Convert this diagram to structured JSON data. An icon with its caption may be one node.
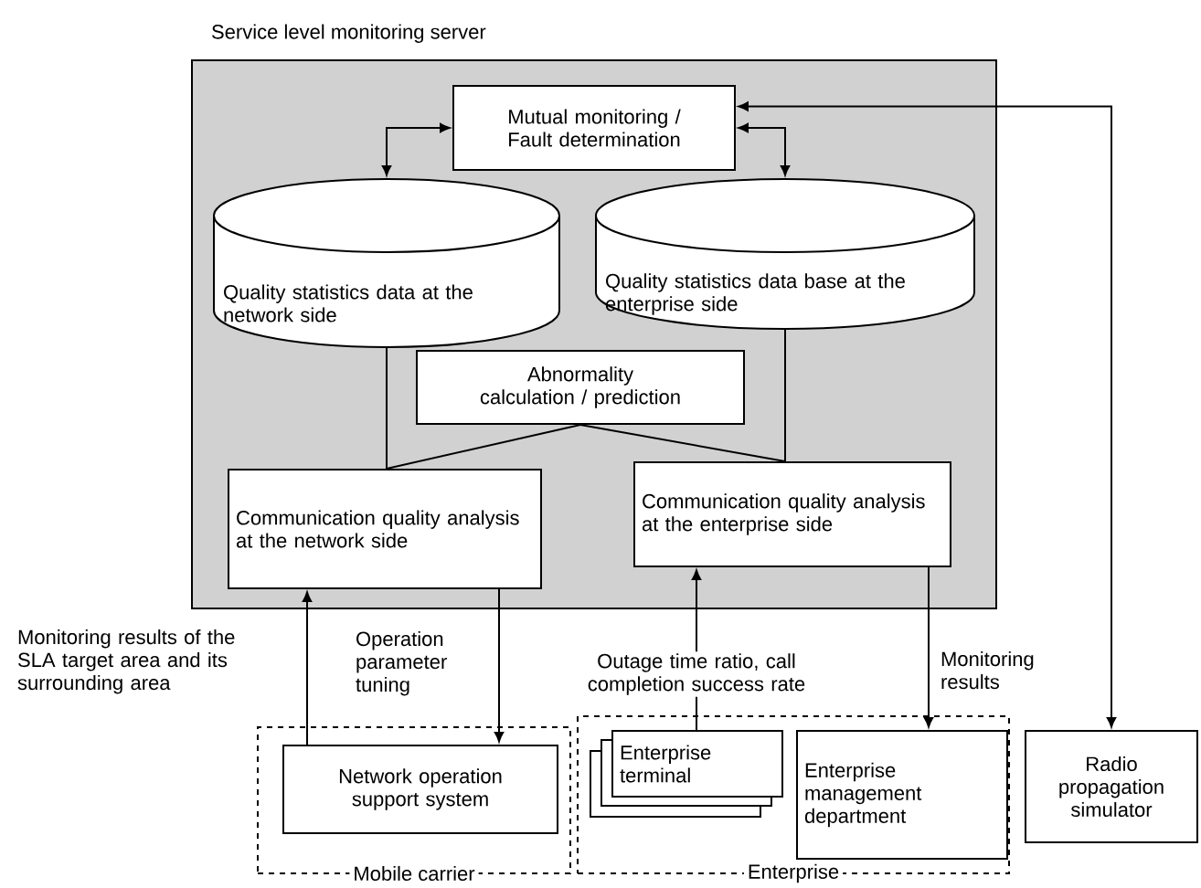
{
  "diagram": {
    "nodes": [
      {
        "text": [
          "Service level monitoring server"
        ]
      },
      {
        "text": [
          "Mutual monitoring / Fault determination"
        ],
        "in": 0
      },
      {
        "text": [
          "Quality statistics data at the network side"
        ],
        "in": 0
      },
      {
        "text": [
          "Quality statistics data base at the enterprise side"
        ],
        "in": 0
      },
      {
        "text": [
          "Abnormality calculation / prediction"
        ],
        "in": 0
      },
      {
        "text": [
          "Communication quality analysis at the network side"
        ],
        "in": 0
      },
      {
        "text": [
          "Communication quality analysis at the enterprise side"
        ],
        "in": 0
      },
      {
        "text": [
          "Mobile carrier"
        ]
      },
      {
        "text": [
          "Network operation support system"
        ],
        "in": 7
      },
      {
        "text": [
          "Enterprise"
        ]
      },
      {
        "text": [
          "Enterprise terminal"
        ],
        "in": 9
      },
      {
        "text": [
          "Enterprise management department"
        ],
        "in": 9
      },
      {
        "text": [
          "Radio propagation simulator"
        ]
      }
    ],
    "edges": [
      {
        "from": 1,
        "to": 2,
        "arrow": "both"
      },
      {
        "from": 1,
        "to": 3,
        "arrow": "both"
      },
      {
        "from": 12,
        "to": 1,
        "arrow": "both"
      },
      {
        "from": 2,
        "to": 5,
        "arrow": "none"
      },
      {
        "from": 3,
        "to": 6,
        "arrow": "none"
      },
      {
        "from": 4,
        "to": 5,
        "arrow": "none"
      },
      {
        "from": 4,
        "to": 6,
        "arrow": "none"
      },
      {
        "from": 8,
        "to": 5,
        "arrow": "to",
        "label": "Monitoring results of the SLA target area and its surrounding area"
      },
      {
        "from": 5,
        "to": 8,
        "arrow": "to",
        "label": "Operation parameter tuning"
      },
      {
        "from": 10,
        "to": 6,
        "arrow": "to",
        "label": "Outage time ratio, call completion success rate"
      },
      {
        "from": 6,
        "to": 11,
        "arrow": "to",
        "label": "Monitoring results"
      }
    ]
  }
}
